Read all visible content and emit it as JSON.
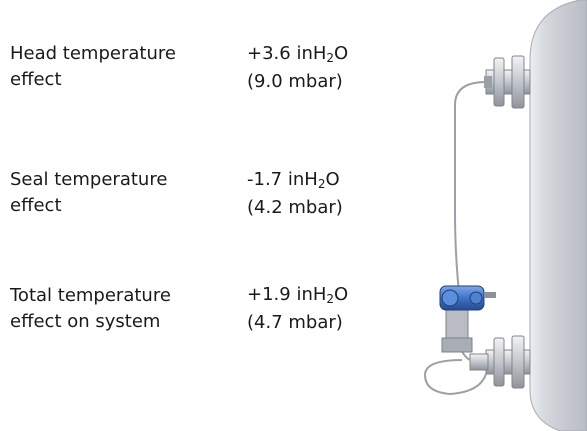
{
  "rows": [
    {
      "label_line1": "Head temperature",
      "label_line2": "effect",
      "value_number": "+3.6",
      "value_unit_pre": "inH",
      "value_unit_sub": "2",
      "value_unit_post": "O",
      "value_metric": "(9.0 mbar)"
    },
    {
      "label_line1": "Seal temperature",
      "label_line2": "effect",
      "value_number": "-1.7",
      "value_unit_pre": "inH",
      "value_unit_sub": "2",
      "value_unit_post": "O",
      "value_metric": "(4.2 mbar)"
    },
    {
      "label_line1": "Total temperature",
      "label_line2": "effect on system",
      "value_number": "+1.9",
      "value_unit_pre": "inH",
      "value_unit_sub": "2",
      "value_unit_post": "O",
      "value_metric": "(4.7 mbar)"
    }
  ],
  "colors": {
    "tank_fill": "#c9ccd3",
    "tank_highlight": "#eceef2",
    "flange": "#b9bcc2",
    "capillary": "#9aa0a8",
    "transmitter_head": "#3f73c7"
  },
  "icons": {
    "tank": "vessel-illustration",
    "transmitter": "pressure-transmitter-illustration"
  }
}
